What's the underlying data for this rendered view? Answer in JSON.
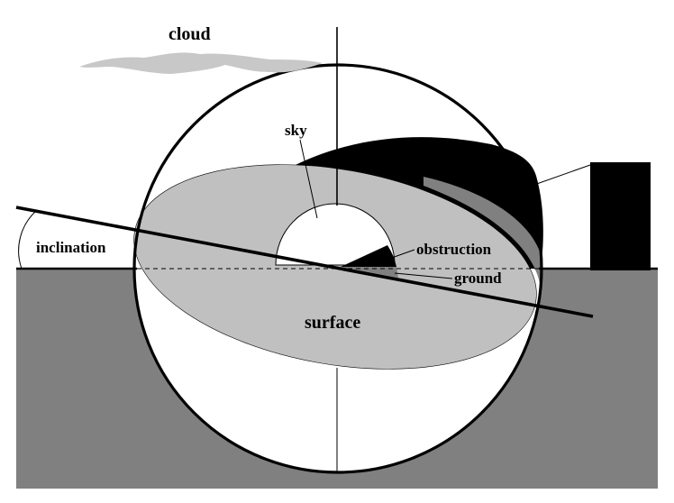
{
  "labels": {
    "cloud": "cloud",
    "sky": "sky",
    "inclination": "inclination",
    "obstruction": "obstruction",
    "ground": "ground",
    "surface": "surface"
  },
  "colors": {
    "ground_fill": "#808080",
    "disk_fill": "#c0c0c0",
    "cloud_fill": "#c8c8c8",
    "obstruction_fill": "#000000",
    "background": "#ffffff"
  }
}
